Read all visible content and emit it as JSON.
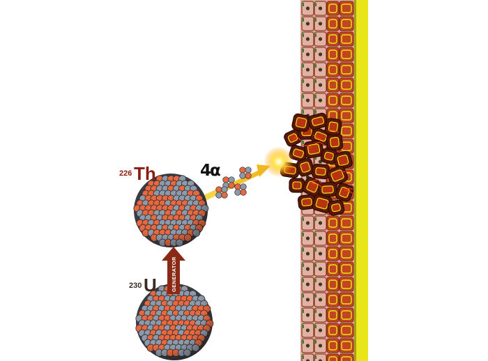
{
  "thorium": {
    "mass_number": "226",
    "symbol": "Th"
  },
  "uranium": {
    "mass_number": "230",
    "symbol": "U"
  },
  "alpha": {
    "count": "4",
    "symbol": "α"
  },
  "generator": {
    "label": "GENERATOR"
  },
  "colors": {
    "proton": "#e8693f",
    "neutron": "#8f9aa8",
    "beam": "#f0d21c",
    "tissue_light": "#e3b0a4",
    "tissue_dark": "#c2451f",
    "tissue_edge": "#f0eb1a",
    "tumor": "#5a1708",
    "arrow": "#8a2a16",
    "th_label": "#8a1d10",
    "u_label": "#3a2a24"
  }
}
